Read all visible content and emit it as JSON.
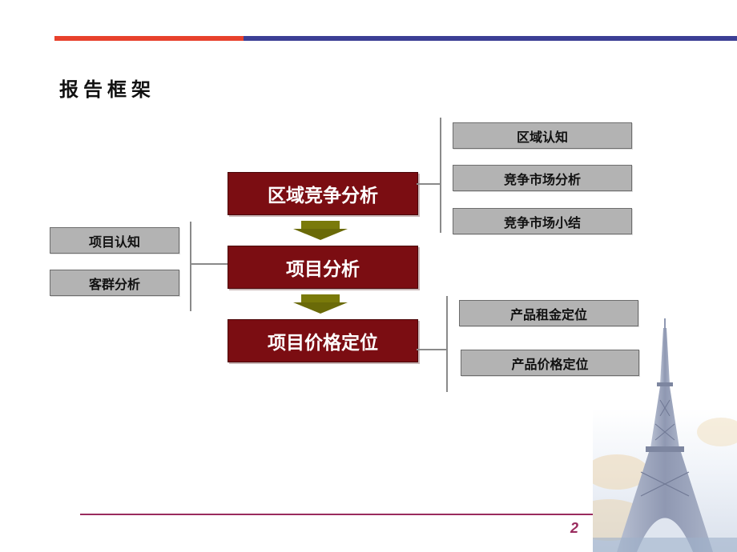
{
  "title": "报告框架",
  "center": [
    {
      "label": "区域竞争分析"
    },
    {
      "label": "项目分析"
    },
    {
      "label": "项目价格定位"
    }
  ],
  "right_top": [
    {
      "label": "区域认知"
    },
    {
      "label": "竞争市场分析"
    },
    {
      "label": "竞争市场小结"
    }
  ],
  "left": [
    {
      "label": "项目认知"
    },
    {
      "label": "客群分析"
    }
  ],
  "right_bottom": [
    {
      "label": "产品租金定位"
    },
    {
      "label": "产品价格定位"
    }
  ],
  "page_number": "2",
  "colors": {
    "main_box": "#7b0d12",
    "gray_box": "#b3b3b3",
    "arrow": "#7a7a0a",
    "bar_red": "#e8412c",
    "bar_blue": "#3c3f95"
  }
}
